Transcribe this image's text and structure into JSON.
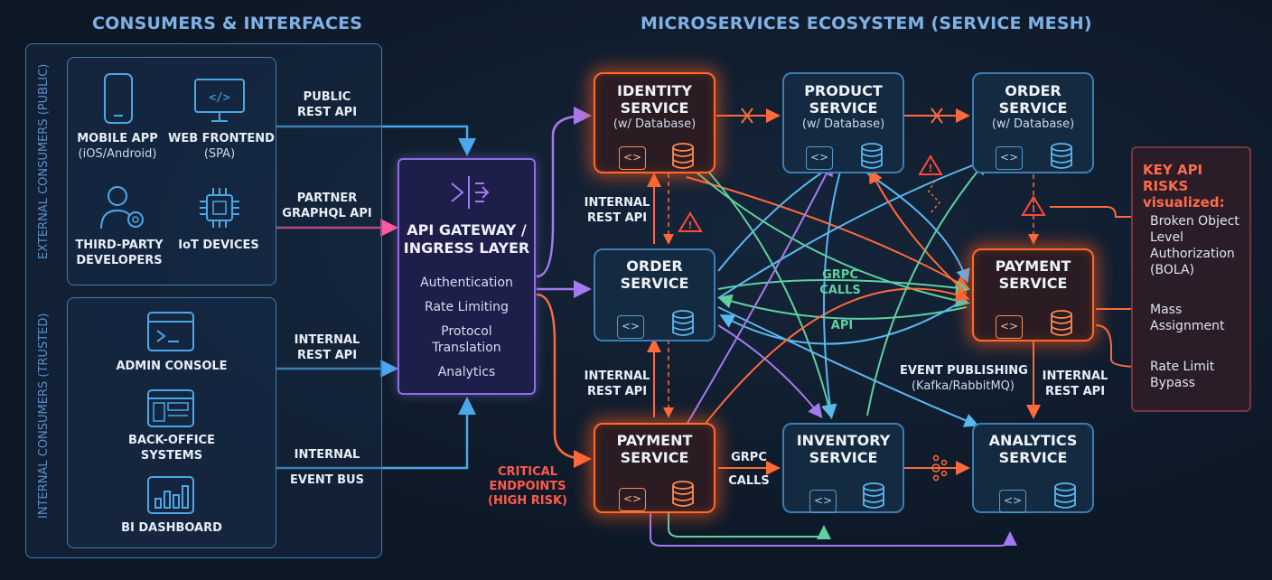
{
  "titles": {
    "left": "CONSUMERS & INTERFACES",
    "right": "MICROSERVICES ECOSYSTEM (SERVICE MESH)"
  },
  "groups": {
    "external": "EXTERNAL CONSUMERS (PUBLIC)",
    "internal": "INTERNAL CONSUMERS (TRUSTED)"
  },
  "consumers": {
    "mobile": {
      "name": "MOBILE APP",
      "sub": "(iOS/Android)",
      "icon": "smartphone-icon"
    },
    "web": {
      "name": "WEB FRONTEND",
      "sub": "(SPA)",
      "icon": "monitor-code-icon"
    },
    "thirdparty": {
      "name_1": "THIRD-PARTY",
      "name_2": "DEVELOPERS",
      "icon": "user-gear-icon"
    },
    "iot": {
      "name": "IoT DEVICES",
      "icon": "chip-icon"
    },
    "admin": {
      "name": "ADMIN CONSOLE",
      "icon": "terminal-icon"
    },
    "backoffice": {
      "name_1": "BACK-OFFICE",
      "name_2": "SYSTEMS",
      "icon": "window-layout-icon"
    },
    "bi": {
      "name": "BI DASHBOARD",
      "icon": "bar-chart-icon"
    }
  },
  "links": {
    "public_1": "PUBLIC",
    "public_2": "REST API",
    "partner_1": "PARTNER",
    "partner_2": "GRAPHQL API",
    "internal_rest_1": "INTERNAL",
    "internal_rest_2": "REST API",
    "event_1": "INTERNAL",
    "event_2": "EVENT BUS"
  },
  "gateway": {
    "title_1": "API GATEWAY /",
    "title_2": "INGRESS LAYER",
    "items": [
      "Authentication",
      "Rate Limiting",
      "Protocol",
      "Translation",
      "Analytics"
    ],
    "icon": "gateway-routing-icon"
  },
  "services": {
    "identity": {
      "name_1": "IDENTITY",
      "name_2": "SERVICE",
      "sub": "(w/ Database)"
    },
    "product": {
      "name_1": "PRODUCT",
      "name_2": "SERVICE",
      "sub": "(w/ Database)"
    },
    "order_top": {
      "name_1": "ORDER",
      "name_2": "SERVICE",
      "sub": "(w/ Database)"
    },
    "order_mid": {
      "name_1": "ORDER",
      "name_2": "SERVICE"
    },
    "payment_right": {
      "name_1": "PAYMENT",
      "name_2": "SERVICE"
    },
    "payment_bottom": {
      "name_1": "PAYMENT",
      "name_2": "SERVICE"
    },
    "inventory": {
      "name_1": "INVENTORY",
      "name_2": "SERVICE"
    },
    "analytics": {
      "name_1": "ANALYTICS",
      "name_2": "SERVICE"
    },
    "code_glyph": "<>"
  },
  "annotations": {
    "internal_rest_top_1": "INTERNAL",
    "internal_rest_top_2": "REST API",
    "internal_rest_bot_1": "INTERNAL",
    "internal_rest_bot_2": "REST API",
    "grpc_1": "GRPC",
    "grpc_2": "CALLS",
    "api": "API",
    "event_pub_1": "EVENT PUBLISHING",
    "event_pub_2": "(Kafka/RabbitMQ)",
    "internal_rest_right_1": "INTERNAL",
    "internal_rest_right_2": "REST API",
    "grpc_bottom_1": "GRPC",
    "grpc_bottom_2": "CALLS",
    "critical_1": "CRITICAL",
    "critical_2": "ENDPOINTS",
    "critical_3": "(HIGH RISK)"
  },
  "risks": {
    "heading_1": "KEY API RISKS",
    "heading_2": "visualized:",
    "items": [
      {
        "l1": "Broken Object",
        "l2": "Level",
        "l3": "Authorization",
        "l4": "(BOLA)"
      },
      {
        "l1": "Mass",
        "l2": "Assignment"
      },
      {
        "l1": "Rate Limit",
        "l2": "Bypass"
      }
    ]
  },
  "colors": {
    "background": "#0d1826",
    "accent_blue": "#4aa8ea",
    "risk_orange": "#ff5a2a",
    "gateway_purple": "#8f6fe0",
    "grpc_green": "#5fd0a0",
    "pink": "#ff5aa0"
  }
}
